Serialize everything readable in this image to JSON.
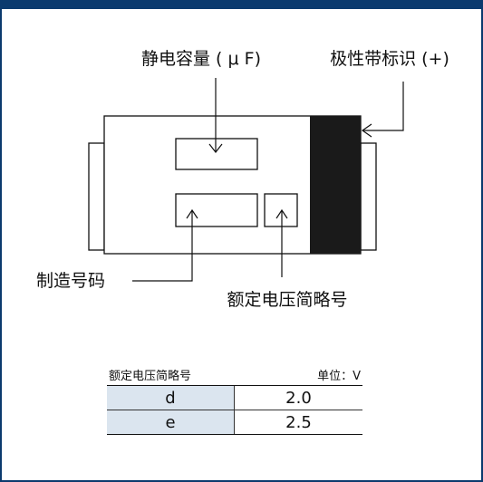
{
  "labels": {
    "capacitance": "静电容量 ( μ F)",
    "polarity_band": "极性带标识 (+)",
    "manufacture_code": "制造号码",
    "voltage_code": "额定电压简略号"
  },
  "table": {
    "title": "额定电压简略号",
    "unit_label": "单位：V",
    "rows": [
      {
        "code": "d",
        "voltage": "2.0"
      },
      {
        "code": "e",
        "voltage": "2.5"
      }
    ]
  },
  "colors": {
    "frame_border": "#0b3a6e",
    "polarity_band": "#1a1a1a",
    "table_key_bg": "#dbe5ef"
  }
}
